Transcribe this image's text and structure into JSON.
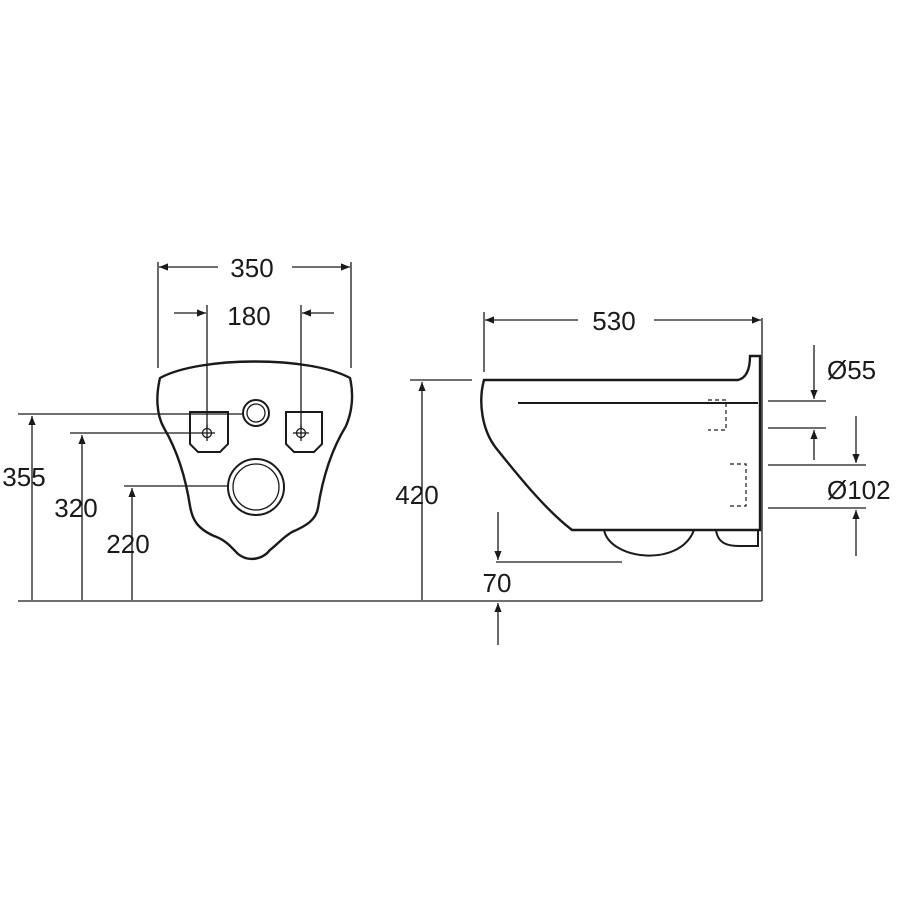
{
  "front_view": {
    "width_overall": "350",
    "bolt_spacing": "180",
    "height_bolts": "355",
    "height_inlet": "320",
    "height_outlet": "220"
  },
  "side_view": {
    "depth": "530",
    "height_rim": "420",
    "outlet_clearance": "70",
    "inlet_diameter": "Ø55",
    "outlet_diameter": "Ø102"
  }
}
